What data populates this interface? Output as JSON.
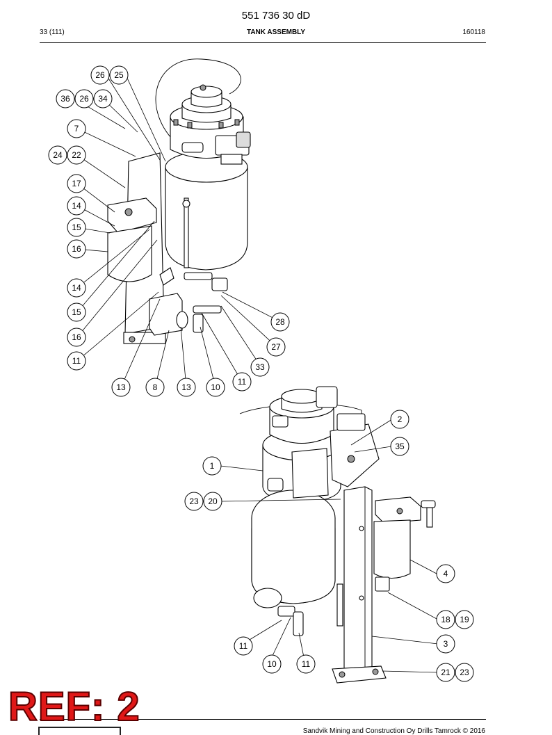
{
  "header": {
    "document_number": "551 736 30 dD",
    "page": "33 (111)",
    "title": "TANK ASSEMBLY",
    "date_code": "160118"
  },
  "footer": {
    "copyright": "Sandvik Mining and Construction Oy Drills Tamrock © 2016"
  },
  "stamp": {
    "text": "REF: 2",
    "color": "#e01818"
  },
  "callouts": [
    "26",
    "25",
    "36",
    "26",
    "34",
    "7",
    "24",
    "22",
    "17",
    "14",
    "15",
    "16",
    "14",
    "15",
    "16",
    "11",
    "28",
    "27",
    "33",
    "11",
    "13",
    "8",
    "13",
    "10",
    "2",
    "35",
    "1",
    "23",
    "20",
    "4",
    "18",
    "19",
    "3",
    "11",
    "10",
    "11",
    "21",
    "23"
  ]
}
